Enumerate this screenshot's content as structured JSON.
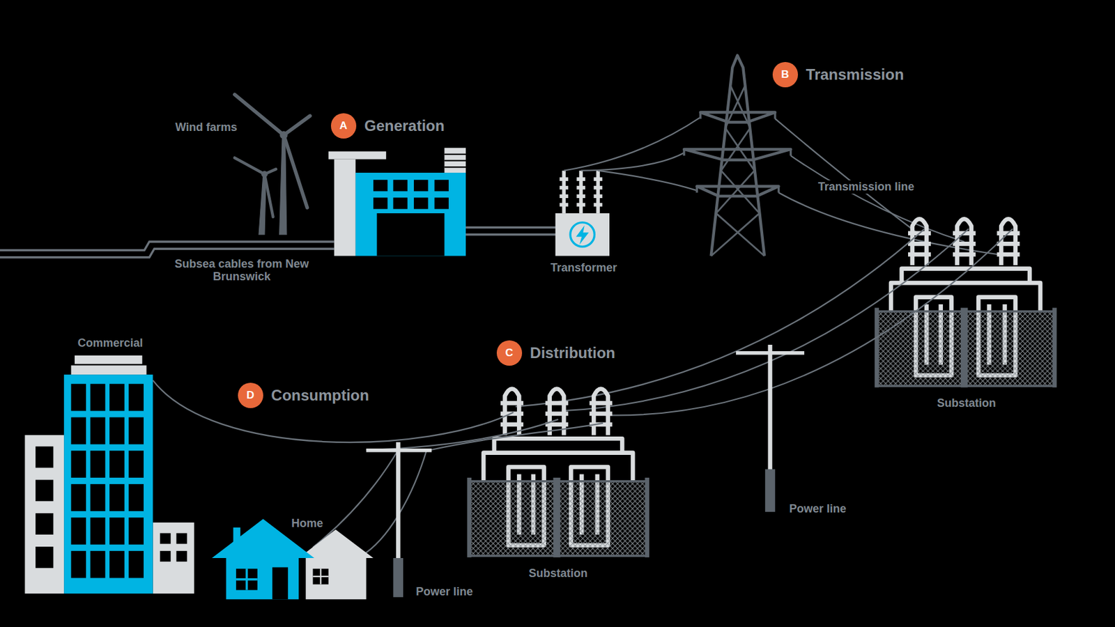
{
  "diagram": {
    "nodes": [
      {
        "text": [
          "A",
          "Generation"
        ]
      },
      {
        "text": [
          "B",
          "Transmission"
        ]
      },
      {
        "text": [
          "C",
          "Distribution"
        ]
      },
      {
        "text": [
          "D",
          "Consumption"
        ]
      }
    ],
    "labels": [
      "Wind farms",
      "Transmission line",
      "Transformer",
      "Subsea cables from New Brunswick",
      "Commercial",
      "Substation",
      "Power line",
      "Home",
      "Substation",
      "Power line"
    ]
  }
}
